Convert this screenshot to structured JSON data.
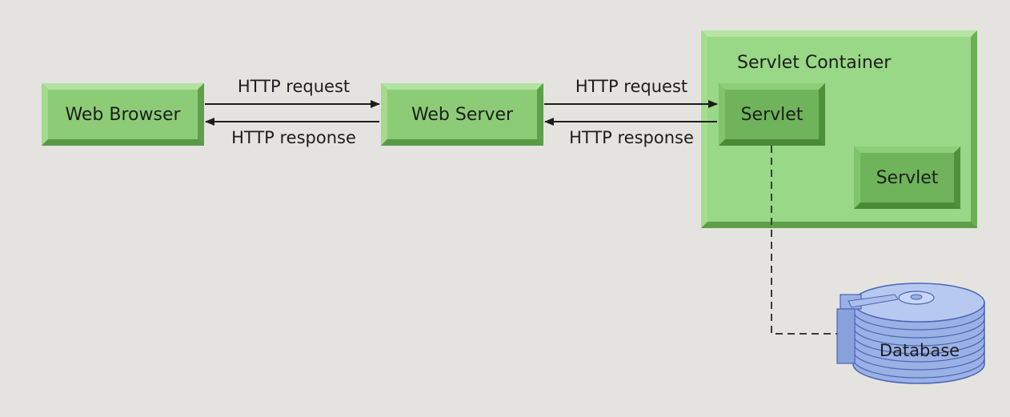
{
  "nodes": {
    "web_browser": "Web Browser",
    "web_server": "Web Server",
    "servlet_container": "Servlet Container",
    "servlet_primary": "Servlet",
    "servlet_secondary": "Servlet",
    "database": "Database"
  },
  "edges": {
    "browser_to_server_request": "HTTP request",
    "server_to_browser_response": "HTTP response",
    "server_to_servlet_request": "HTTP request",
    "servlet_to_server_response": "HTTP response"
  },
  "colors": {
    "background": "#e5e3df",
    "node_face": "#8ccc76",
    "node_bevel_light": "#b3e29f",
    "node_bevel_dark": "#5ea04a",
    "container_face": "#98d886",
    "database_fill": "#9ab1e6",
    "database_stroke": "#4b64b4"
  }
}
